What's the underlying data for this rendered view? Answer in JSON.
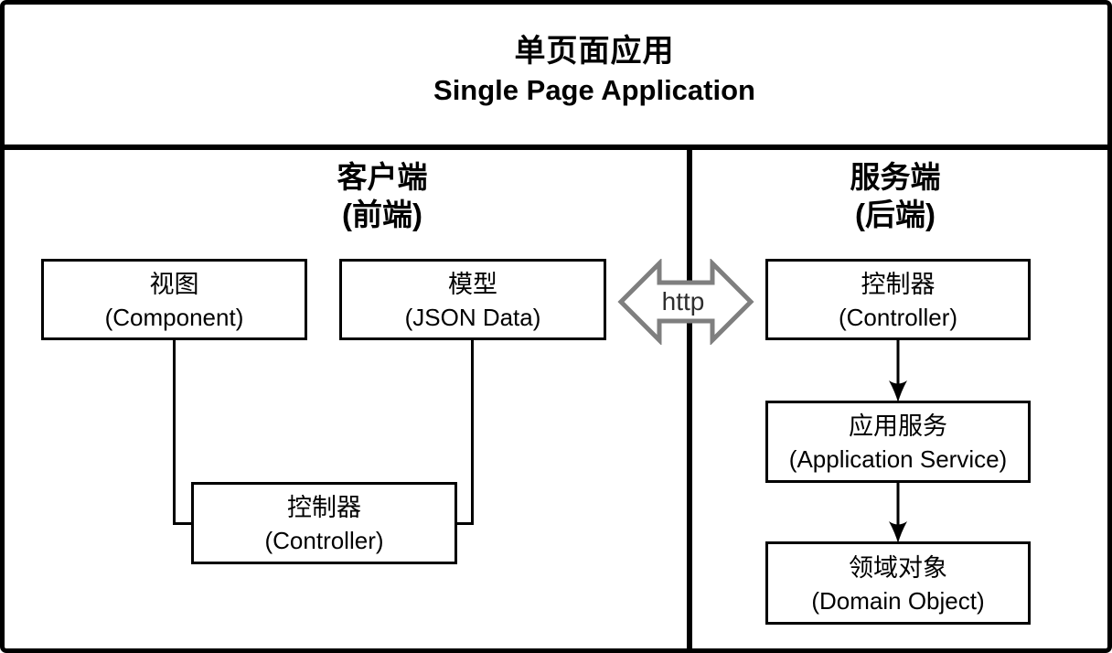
{
  "diagram": {
    "title": {
      "zh": "单页面应用",
      "en": "Single Page Application"
    },
    "client": {
      "header": {
        "zh": "客户端",
        "en": "(前端)"
      },
      "boxes": {
        "view": {
          "zh": "视图",
          "en": "(Component)"
        },
        "model": {
          "zh": "模型",
          "en": "(JSON Data)"
        },
        "controller": {
          "zh": "控制器",
          "en": "(Controller)"
        }
      }
    },
    "server": {
      "header": {
        "zh": "服务端",
        "en": "(后端)"
      },
      "boxes": {
        "controller": {
          "zh": "控制器",
          "en": "(Controller)"
        },
        "application_service": {
          "zh": "应用服务",
          "en": "(Application Service)"
        },
        "domain_object": {
          "zh": "领域对象",
          "en": "(Domain Object)"
        }
      }
    },
    "http_arrow": {
      "label": "http"
    },
    "colors": {
      "background": "#ffffff",
      "line": "#000000",
      "text": "#000000",
      "http_arrow_outline": "#7f7f7f",
      "http_label_text": "#2e2e2e"
    }
  }
}
